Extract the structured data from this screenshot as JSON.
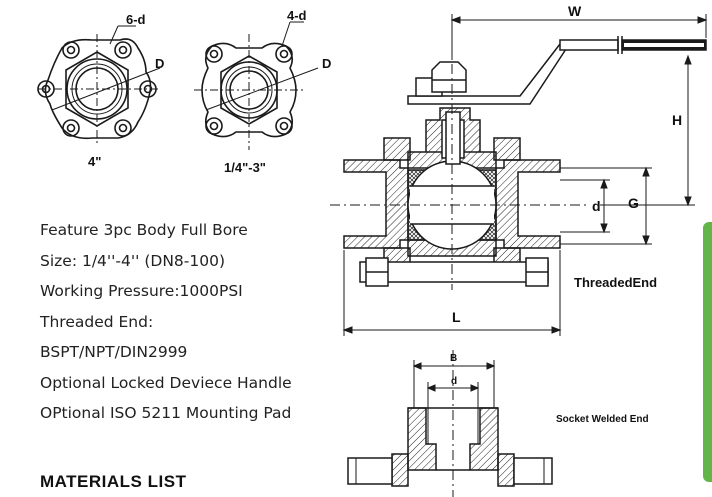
{
  "flange_views": {
    "left": {
      "hole_label": "6-d",
      "dia_label": "D",
      "size_label": "4\""
    },
    "right": {
      "hole_label": "4-d",
      "dia_label": "D",
      "size_label": "1/4\"-3\""
    }
  },
  "valve_section": {
    "w_label": "W",
    "h_label": "H",
    "d_label": "d",
    "g_label": "G",
    "l_label": "L",
    "end_label": "ThreadedEnd"
  },
  "socket_section": {
    "b_label": "B",
    "d_label": "d",
    "end_label": "Socket Welded End"
  },
  "features": [
    "Feature   3pc Body   Full Bore",
    "Size: 1/4''-4'' (DN8-100)",
    "Working Pressure:1000PSI",
    "Threaded End:",
    "BSPT/NPT/DIN2999",
    "Optional Locked Deviece Handle",
    "OPtional ISO 5211 Mounting Pad"
  ],
  "materials_title": "MATERIALS LIST",
  "colors": {
    "accent_tab": "#63b54a",
    "line": "#1a1a1a"
  }
}
